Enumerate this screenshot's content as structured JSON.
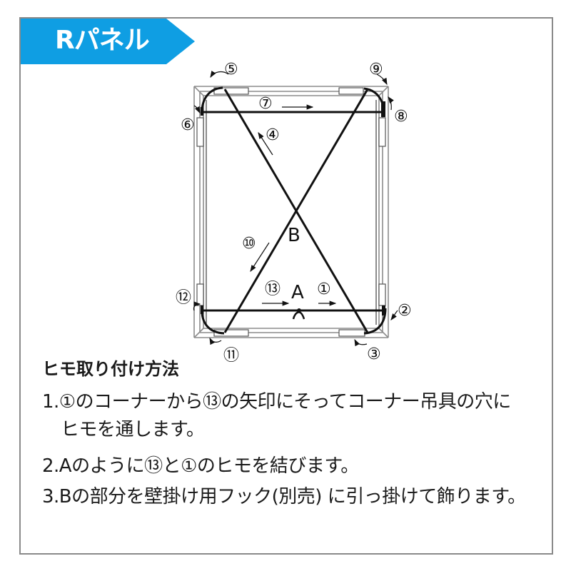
{
  "banner": {
    "title": "Rパネル",
    "color": "#0f9ee3"
  },
  "diagram": {
    "labels": {
      "step1": "①",
      "step2": "②",
      "step3": "③",
      "step4": "④",
      "step5": "⑤",
      "step6": "⑥",
      "step7": "⑦",
      "step8": "⑧",
      "step9": "⑨",
      "step10": "⑩",
      "step11": "⑪",
      "step12": "⑫",
      "step13": "⑬",
      "knot_point": "A",
      "hang_point": "B"
    },
    "string_color": "#111111",
    "frame_color": "#8c8c8c"
  },
  "instructions": {
    "heading": "ヒモ取り付け方法",
    "steps": [
      {
        "line1": "1.①のコーナーから⑬の矢印にそってコーナー吊具の穴に",
        "line2": "ヒモを通します。"
      },
      {
        "line1": "2.Aのように⑬と①のヒモを結びます。"
      },
      {
        "line1": "3.Bの部分を壁掛け用フック(別売) に引っ掛けて飾ります。"
      }
    ]
  }
}
